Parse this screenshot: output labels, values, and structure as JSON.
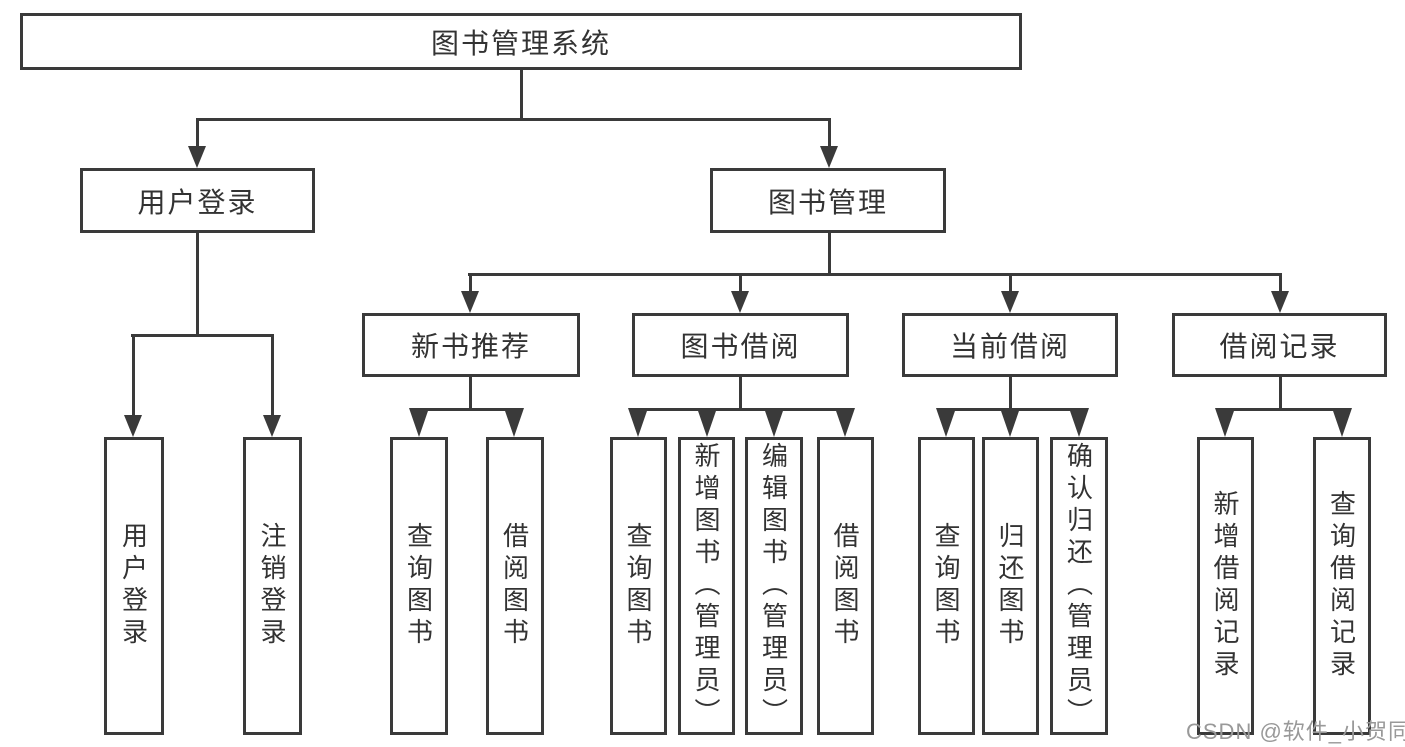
{
  "tree": {
    "root": {
      "label": "图书管理系统"
    },
    "branches": [
      {
        "label": "用户登录",
        "children": [
          {
            "label": "用户登录"
          },
          {
            "label": "注销登录"
          }
        ]
      },
      {
        "label": "图书管理",
        "children": [
          {
            "label": "新书推荐",
            "children": [
              {
                "label": "查询图书"
              },
              {
                "label": "借阅图书"
              }
            ]
          },
          {
            "label": "图书借阅",
            "children": [
              {
                "label": "查询图书"
              },
              {
                "label": "新增图书（管理员）"
              },
              {
                "label": "编辑图书（管理员）"
              },
              {
                "label": "借阅图书"
              }
            ]
          },
          {
            "label": "当前借阅",
            "children": [
              {
                "label": "查询图书"
              },
              {
                "label": "归还图书"
              },
              {
                "label": "确认归还（管理员）"
              }
            ]
          },
          {
            "label": "借阅记录",
            "children": [
              {
                "label": "新增借阅记录"
              },
              {
                "label": "查询借阅记录"
              }
            ]
          }
        ]
      }
    ]
  },
  "watermark": {
    "text": "CSDN @软件_小贺同学",
    "color": "#999999"
  },
  "colors": {
    "line": "#3a3a3a",
    "text": "#333333",
    "background": "#ffffff"
  }
}
